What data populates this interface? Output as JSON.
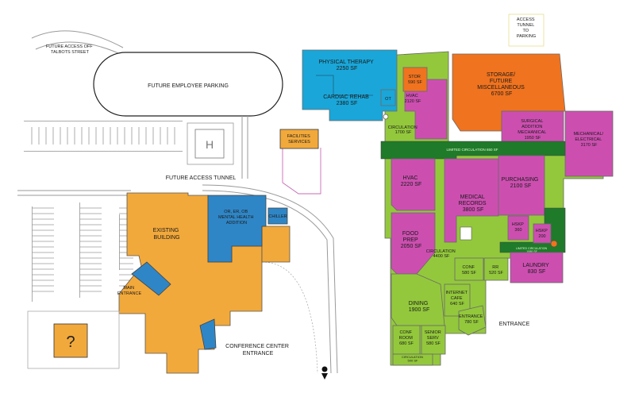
{
  "labels": {
    "future_access": "FUTURE ACCESS OFF\nTALBOTS STREET",
    "future_parking": "FUTURE EMPLOYEE PARKING",
    "facilities": "FACILITIES\nSERVICES",
    "future_tunnel": "FUTURE ACCESS TUNNEL",
    "or_addition": "OR, ER, OB\nMENTAL HEALTH\nADDITION",
    "chiller": "CHILLER",
    "existing": "EXISTING\nBUILDING",
    "main_entrance": "MAIN\nENTRANCE",
    "question": "?",
    "conference": "CONFERENCE CENTER\nENTRANCE",
    "access_tunnel": "ACCESS\nTUNNEL\nTO\nPARKING",
    "entrance_right": "ENTRANCE"
  },
  "rooms": {
    "physical_therapy": "PHYSICAL THERAPY\n2250 SF",
    "cardiac_rehab": "CARDIAC REHAB\n2380 SF",
    "ot": "OT",
    "stor": "STOR\n590 SF",
    "hvac1": "HVAC\n2120 SF",
    "storage": "STORAGE/\nFUTURE\nMISCELLANEOUS\n6700 SF",
    "surgical": "SURGICAL\nADDITION\nMECHANICAL\n1950 SF",
    "mech_elec": "MECHANICAL/\nELECTRICAL\n3170 SF",
    "circ1": "CIRCULATION\n1700 SF",
    "limited_circ": "LIMITED CIRCULATION 650 SF",
    "hvac2": "HVAC\n2220 SF",
    "medical_records": "MEDICAL\nRECORDS\n3800 SF",
    "purchasing": "PURCHASING\n2100 SF",
    "food_prep": "FOOD\nPREP\n2050 SF",
    "hskp1": "HSKP\n360",
    "hskp2": "HSKP\n200",
    "circ2": "CIRCULATION\n4400 SF",
    "limited_circ2": "LIMITED CIRCULATION\n1080 SF",
    "conf": "CONF\n580 SF",
    "rr": "RR\n520 SF",
    "laundry": "LAUNDRY\n830 SF",
    "dining": "DINING\n1900 SF",
    "internet_cafe": "INTERNET\nCAFE\n640 SF",
    "entrance_room": "ENTRANCE\n780 SF",
    "conf_room": "CONF\nROOM\n680 SF",
    "senior_serv": "SENIOR\nSERV\n580 SF",
    "circ3": "CIRCULATION\n500 SF"
  },
  "colors": {
    "orange_building": "#f2a93b",
    "blue": "#2f86c6",
    "cyan": "#1aa6d8",
    "orange_storage": "#f0731f",
    "magenta": "#cc4fb0",
    "light_green": "#93c83c",
    "dark_green": "#1f7a2a"
  }
}
